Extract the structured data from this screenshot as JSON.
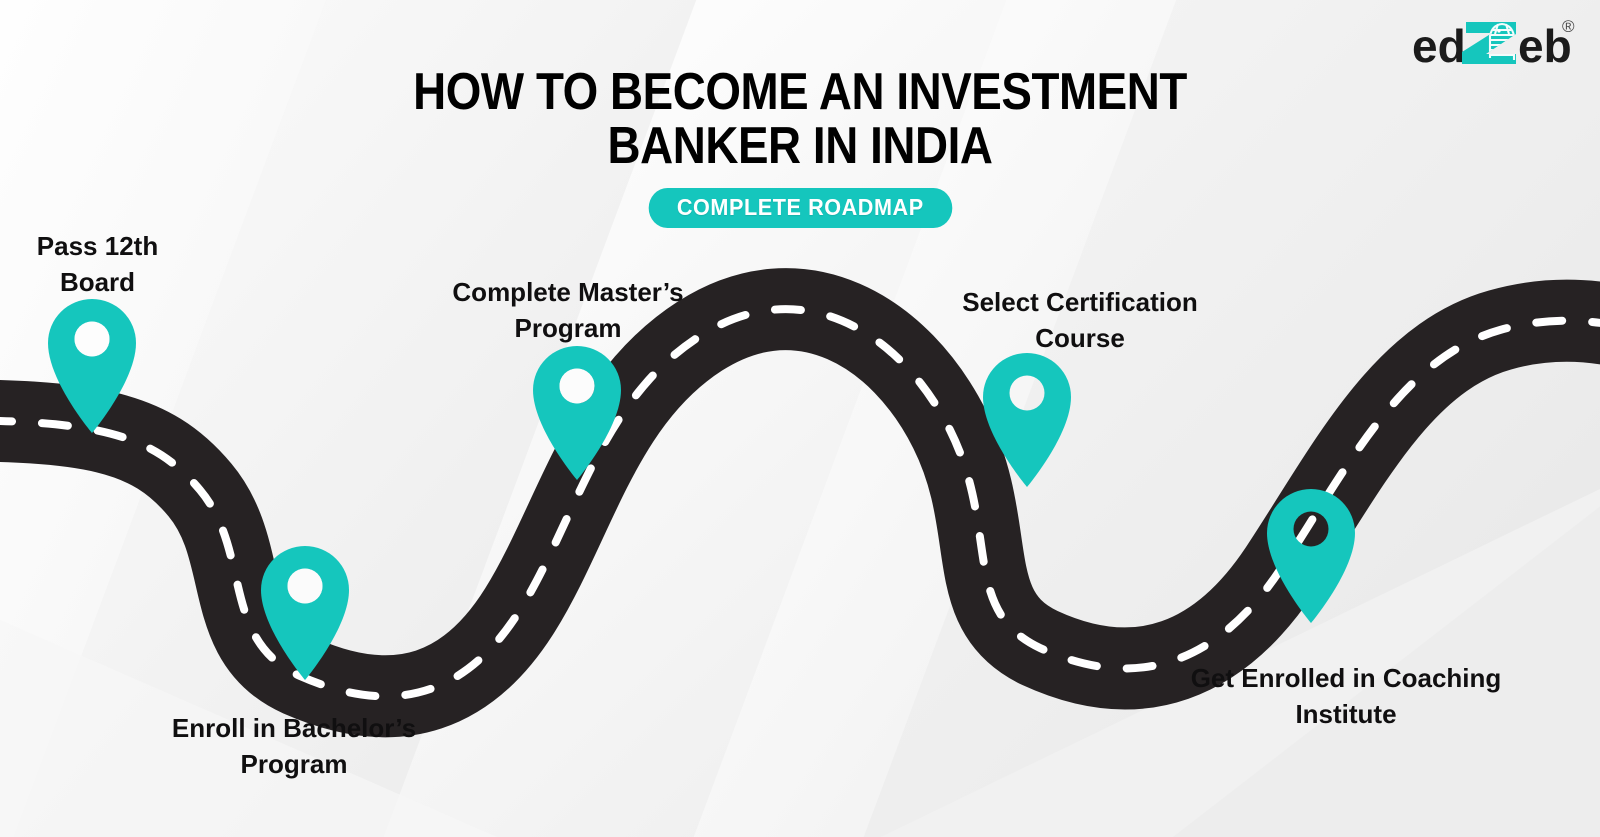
{
  "brand": {
    "logo_text_left": "ed",
    "logo_text_mark": "Z",
    "logo_text_right": "eb",
    "logo_registered": "®",
    "accent_color": "#15c6bd",
    "logo_dark_color": "#1b1b1b"
  },
  "header": {
    "title_line_1": "HOW TO BECOME AN INVESTMENT",
    "title_line_2": "BANKER IN INDIA",
    "badge_label": "COMPLETE ROADMAP",
    "title_color": "#000000",
    "badge_bg": "#15c6bd",
    "badge_text_color": "#ffffff"
  },
  "roadmap": {
    "road_color": "#262223",
    "dash_color": "#ffffff",
    "pin_color": "#15c6bd",
    "background_base": "#f1f1f1",
    "steps": [
      {
        "index": 1,
        "label": "Pass 12th\nBoard",
        "pin_color": "#15c6bd",
        "hole_style": "white"
      },
      {
        "index": 2,
        "label": "Enroll in Bachelor’s\nProgram",
        "pin_color": "#15c6bd",
        "hole_style": "white"
      },
      {
        "index": 3,
        "label": "Complete Master’s\nProgram",
        "pin_color": "#15c6bd",
        "hole_style": "white"
      },
      {
        "index": 4,
        "label": "Select Certification\nCourse",
        "pin_color": "#15c6bd",
        "hole_style": "road"
      },
      {
        "index": 5,
        "label": "Get Enrolled in Coaching\nInstitute",
        "pin_color": "#15c6bd",
        "hole_style": "road"
      }
    ]
  }
}
